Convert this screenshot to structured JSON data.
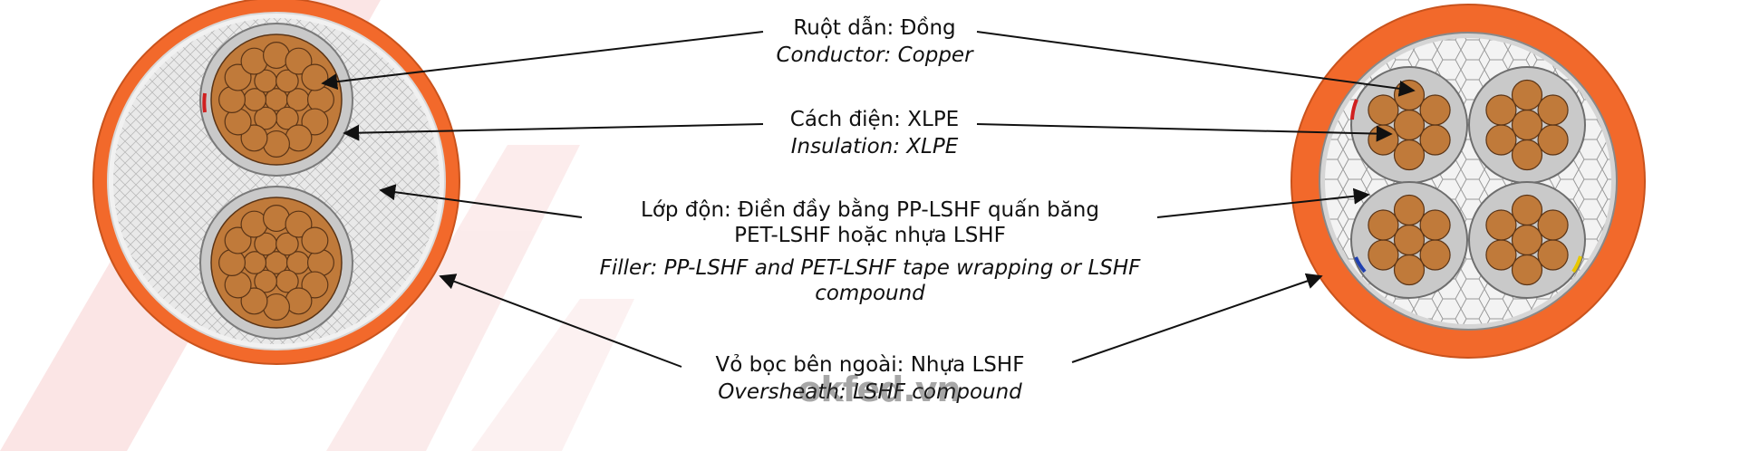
{
  "labels": {
    "conductor": {
      "vi": "Ruột dẫn: Đồng",
      "en": "Conductor: Copper"
    },
    "insulation": {
      "vi": "Cách điện: XLPE",
      "en": "Insulation: XLPE"
    },
    "filler": {
      "vi_line1": "Lớp độn: Điền đầy bằng PP-LSHF quấn băng",
      "vi_line2": "PET-LSHF hoặc nhựa LSHF",
      "en_line1": "Filler: PP-LSHF and PET-LSHF tape wrapping or LSHF",
      "en_line2": "compound"
    },
    "oversheath": {
      "vi": "Vỏ bọc bên ngoài: Nhựa LSHF",
      "en": "Oversheath: LSHF compound"
    }
  },
  "watermark": "okfed.vn",
  "colors": {
    "sheath": "#f2692b",
    "sheath_edge": "#d9561f",
    "filler": "#e4e4e4",
    "insulation": "#c9c9c9",
    "copper": "#c07a3a",
    "copper_edge": "#5a3416",
    "background_watermark": "#f6c9c9",
    "phase_red": "#d02020",
    "phase_blue": "#2040b0",
    "phase_yellow": "#e8c800"
  },
  "cables": [
    {
      "name": "2-core cable",
      "cores": 2
    },
    {
      "name": "4-core cable",
      "cores": 4
    }
  ]
}
